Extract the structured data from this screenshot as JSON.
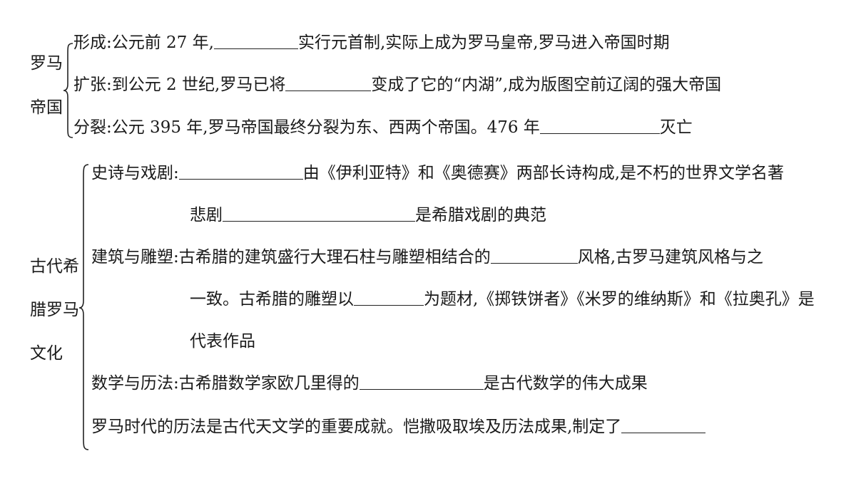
{
  "roman_empire": {
    "label_line1": "罗马",
    "label_line2": "帝国",
    "formation": {
      "prefix": "形成:公元前 27 年,",
      "suffix": "实行元首制,实际上成为罗马皇帝,罗马进入帝国时期"
    },
    "expansion": {
      "prefix": "扩张:到公元 2 世纪,罗马已将",
      "suffix": "变成了它的“内湖”,成为版图空前辽阔的强大帝国"
    },
    "split": {
      "prefix": "分裂:公元 395 年,罗马帝国最终分裂为东、西两个帝国。476 年",
      "suffix": "灭亡"
    }
  },
  "culture": {
    "label_line1": "古代希",
    "label_line2": "腊罗马",
    "label_line3": "文化",
    "epic": {
      "prefix": "史诗与戏剧:",
      "suffix": "由《伊利亚特》和《奥德赛》两部长诗构成,是不朽的世界文学名著"
    },
    "tragedy": {
      "prefix": "悲剧",
      "suffix": "是希腊戏剧的典范"
    },
    "architecture": {
      "prefix": "建筑与雕塑:古希腊的建筑盛行大理石柱与雕塑相结合的",
      "suffix": "风格,古罗马建筑风格与之"
    },
    "sculpture": {
      "prefix": "一致。古希腊的雕塑以",
      "suffix": "为题材,《掷铁饼者》《米罗的维纳斯》和《拉奥孔》是"
    },
    "works": {
      "text": "代表作品"
    },
    "math": {
      "prefix": "数学与历法:古希腊数学家欧几里得的",
      "suffix": "是古代数学的伟大成果"
    },
    "calendar": {
      "prefix": "罗马时代的历法是古代天文学的重要成就。恺撒吸取埃及历法成果,制定了"
    }
  },
  "icons": {
    "brace": "left-curly-brace"
  }
}
